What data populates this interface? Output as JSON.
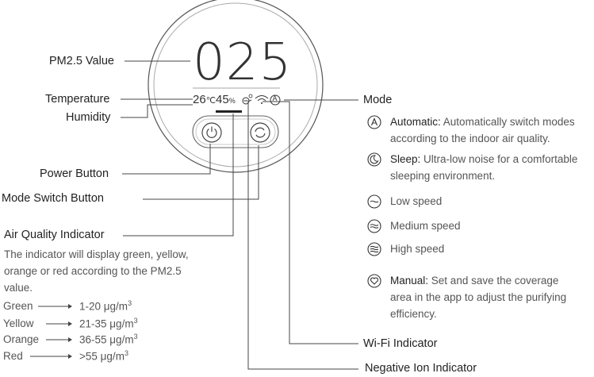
{
  "device": {
    "pm25_value": "025",
    "temperature": "26",
    "temperature_unit": "℃",
    "humidity": "45",
    "humidity_unit": "%"
  },
  "labels": {
    "pm25": "PM2.5 Value",
    "temperature": "Temperature",
    "humidity": "Humidity",
    "power": "Power Button",
    "mode_switch": "Mode Switch Button",
    "air_quality": "Air Quality Indicator",
    "mode": "Mode",
    "wifi": "Wi-Fi Indicator",
    "ion": "Negative Ion Indicator"
  },
  "air_quality_note": {
    "line1": "The indicator will display green, yellow,",
    "line2": "orange or red according to the PM2.5",
    "line3": "value."
  },
  "air_quality_levels": [
    {
      "color": "Green",
      "range": "1-20 μg/m",
      "exp": "3"
    },
    {
      "color": "Yellow",
      "range": "21-35 μg/m",
      "exp": "3"
    },
    {
      "color": "Orange",
      "range": "36-55 μg/m",
      "exp": "3"
    },
    {
      "color": "Red",
      "range": ">55 μg/m",
      "exp": "3"
    }
  ],
  "modes": [
    {
      "icon": "auto-mode-icon",
      "title": "Automatic:",
      "line1": "Automatically switch modes",
      "line2": "according to the indoor air quality."
    },
    {
      "icon": "sleep-mode-icon",
      "title": "Sleep:",
      "line1": "Ultra-low noise for a comfortable",
      "line2": "sleeping environment."
    },
    {
      "icon": "low-speed-icon",
      "title": "Low speed"
    },
    {
      "icon": "medium-speed-icon",
      "title": "Medium speed"
    },
    {
      "icon": "high-speed-icon",
      "title": "High speed"
    },
    {
      "icon": "manual-mode-icon",
      "title": "Manual:",
      "line1": "Set and save the coverage",
      "line2": "area in the app to adjust the purifying",
      "line3": "efficiency."
    }
  ],
  "colors": {
    "line": "#444444",
    "text": "#222222",
    "muted": "#555555",
    "indicator_bar": "#222222"
  }
}
